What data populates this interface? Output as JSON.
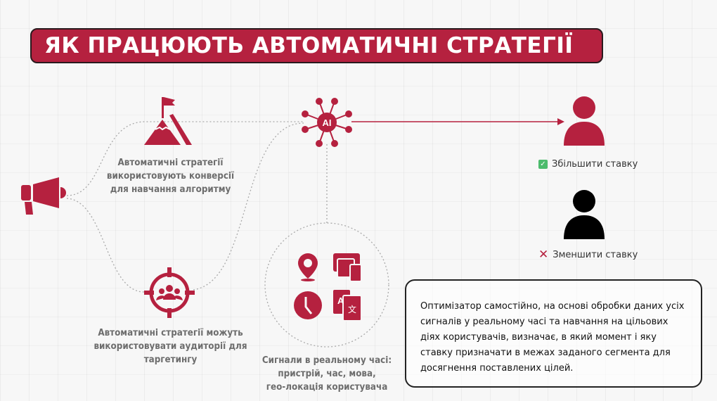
{
  "title": "ЯК ПРАЦЮЮТЬ АВТОМАТИЧНІ СТРАТЕГІЇ",
  "colors": {
    "accent": "#b5213f",
    "positive": "#4cbb6c",
    "negative": "#b5213f",
    "user": "#000000"
  },
  "nodes": {
    "source": {
      "icon": "megaphone-icon"
    },
    "conversions": {
      "icon": "mountain-flag-icon",
      "lines": [
        "Автоматичні стратегії",
        "використовують конверсії",
        "для навчання алгоритму"
      ]
    },
    "audience": {
      "icon": "target-audience-icon",
      "lines": [
        "Автоматичні стратегії можуть",
        "використовувати аудиторії для",
        "таргетингу"
      ]
    },
    "ai": {
      "icon": "ai-network-icon",
      "label": "AI"
    },
    "signals": {
      "icons": [
        "location-pin-icon",
        "devices-icon",
        "clock-icon",
        "translate-icon"
      ],
      "lines": [
        "Сигнали в реальному часі:",
        "пристрій, час, мова,",
        "гео-локація користувача"
      ]
    },
    "increase": {
      "icon": "checkbox-icon",
      "label": "Збільшити ставку"
    },
    "decrease": {
      "icon": "x-mark-icon",
      "label": "Зменшити ставку"
    }
  },
  "info": "Оптимізатор самостійно, на основі обробки даних усіх сигналів у реальному часі та навчання на цільових діях користувачів, визначає, в який момент і яку ставку призначати в межах заданого сегмента для досягнення поставлених цілей."
}
